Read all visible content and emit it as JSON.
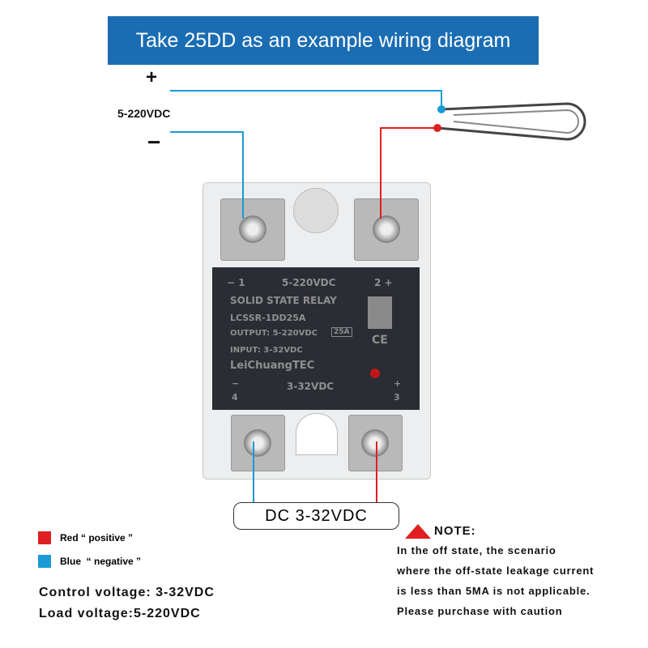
{
  "title": "Take 25DD as an example wiring diagram",
  "supply": {
    "plus": "+",
    "minus": "−",
    "voltage": "5-220VDC"
  },
  "relay": {
    "top_label_left": "− 1",
    "top_label_mid": "5-220VDC",
    "top_label_right": "2 +",
    "type": "SOLID STATE RELAY",
    "model": "LCSSR-1DD25A",
    "output": "OUTPUT: 5-220VDC",
    "rating": "25A",
    "input": "INPUT: 3-32VDC",
    "brand": "LeiChuangTEC",
    "ce": "CE",
    "bottom_mid": "3-32VDC",
    "bottom_left_sign": "−",
    "bottom_left_num": "4",
    "bottom_right_sign": "+",
    "bottom_right_num": "3"
  },
  "control_box": "DC 3-32VDC",
  "legend": [
    {
      "label": "Red “ positive ”",
      "color": "#e02020"
    },
    {
      "label": "Blue  “ negative ”",
      "color": "#1a9ad6"
    }
  ],
  "specs": {
    "control": "Control voltage: 3-32VDC",
    "load": "Load voltage:5-220VDC"
  },
  "note": {
    "title": "NOTE:",
    "lines": [
      "In the off state, the scenario",
      "where the off-state leakage current",
      "is less than 5MA is not applicable.",
      "Please purchase with caution"
    ]
  },
  "colors": {
    "red": "#e02020",
    "blue": "#1a9ad6",
    "banner": "#1b6db3"
  }
}
